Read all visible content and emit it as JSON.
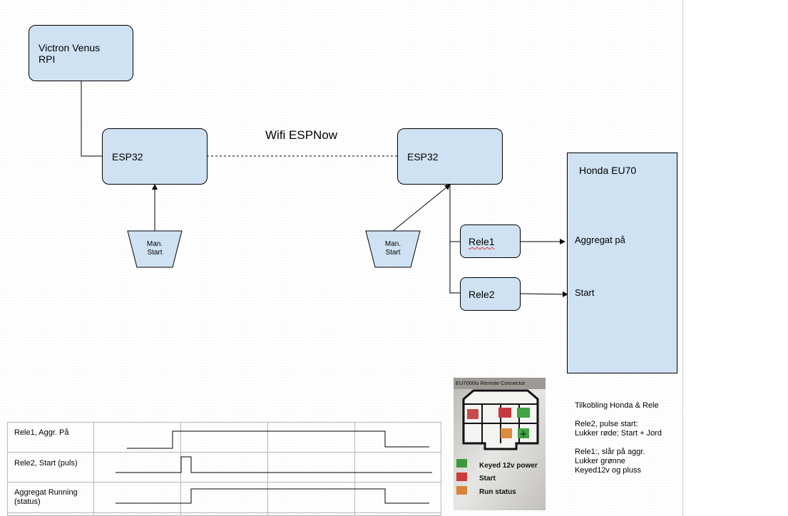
{
  "nodes": {
    "victron": "Victron Venus\nRPI",
    "esp32_left": "ESP32",
    "esp32_right": "ESP32",
    "rele1": "Rele1",
    "rele2": "Rele2",
    "honda": "Honda EU70",
    "man_start_left": "Man.\nStart",
    "man_start_right": "Man.\nStart"
  },
  "link_label": "Wifi ESPNow",
  "honda_inputs": {
    "aggregat": "Aggregat på",
    "start": "Start"
  },
  "timing": {
    "rows": [
      {
        "label": "Rele1, Aggr. På"
      },
      {
        "label": "Rele2, Start (puls)"
      },
      {
        "label": "Aggregat Running\n(status)"
      }
    ]
  },
  "photo": {
    "title": "EU7000is Remote Connector",
    "legend": [
      "Keyed 12v power",
      "Start",
      "Run status"
    ],
    "legend_colors": [
      "#3c9a3c",
      "#cc3b3b",
      "#d9843a"
    ]
  },
  "notes": {
    "title": "Tilkobling Honda & Rele",
    "rele2": "Rele2, pulse start:\nLukker røde; Start + Jord",
    "rele1_line1": "Rele1:, slår på aggr.",
    "rele1_line2": "Lukker grønne",
    "rele1_line3": "Keyed12v og pluss"
  },
  "colors": {
    "box_fill": "#cfe2f3",
    "stroke": "#000000"
  }
}
